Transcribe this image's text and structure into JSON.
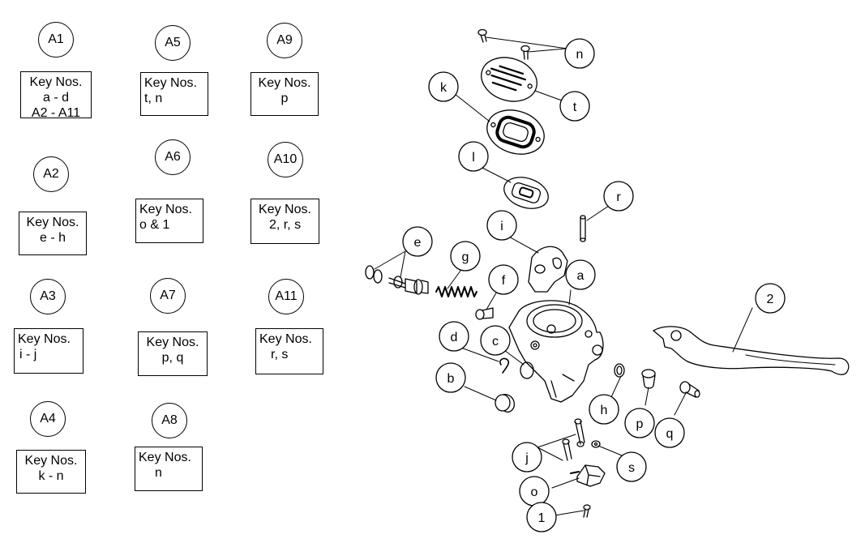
{
  "legend": [
    {
      "id": "A1",
      "lines": [
        "Key Nos.",
        "a - d",
        "A2 - A11"
      ]
    },
    {
      "id": "A2",
      "lines": [
        "Key Nos.",
        "e - h"
      ]
    },
    {
      "id": "A3",
      "lines": [
        "Key Nos.",
        "i - j"
      ]
    },
    {
      "id": "A4",
      "lines": [
        "Key Nos.",
        "k - n"
      ]
    },
    {
      "id": "A5",
      "lines": [
        "Key Nos.",
        "t, n"
      ]
    },
    {
      "id": "A6",
      "lines": [
        "Key Nos.",
        "o & 1"
      ]
    },
    {
      "id": "A7",
      "lines": [
        "Key Nos.",
        "p, q"
      ]
    },
    {
      "id": "A8",
      "lines": [
        "Key Nos.",
        "n"
      ]
    },
    {
      "id": "A9",
      "lines": [
        "Key Nos.",
        "p"
      ]
    },
    {
      "id": "A10",
      "lines": [
        "Key Nos.",
        "2, r, s"
      ]
    },
    {
      "id": "A11",
      "lines": [
        "Key Nos.",
        "r, s"
      ]
    }
  ],
  "callouts": [
    "n",
    "k",
    "t",
    "l",
    "r",
    "i",
    "e",
    "g",
    "f",
    "a",
    "2",
    "d",
    "c",
    "b",
    "h",
    "p",
    "q",
    "j",
    "s",
    "o",
    "1"
  ]
}
